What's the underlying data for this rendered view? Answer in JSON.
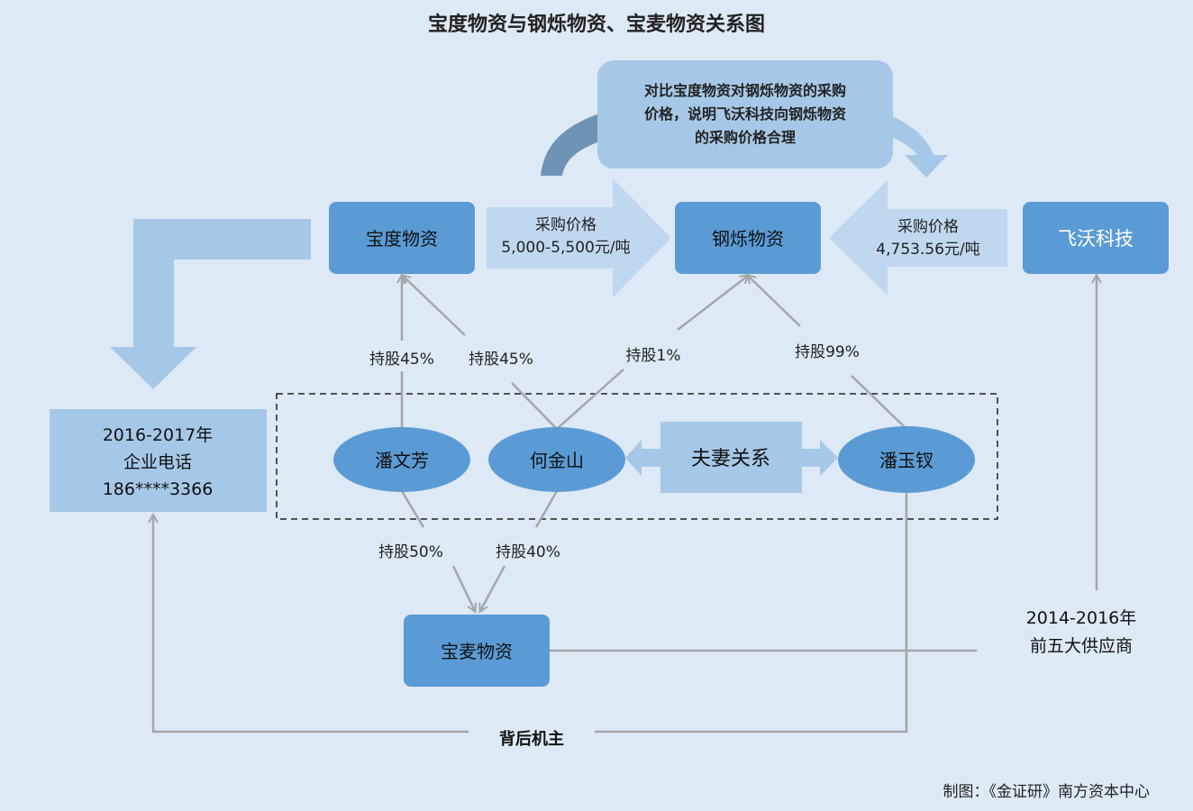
{
  "title": "宝度物资与钢烁物资、宝麦物资关系图",
  "note": {
    "line1": "对比宝度物资对钢烁物资的采购",
    "line2": "价格，说明飞沃科技向钢烁物资",
    "line3": "的采购价格合理"
  },
  "entities": {
    "baodu": "宝度物资",
    "gangshuo": "钢烁物资",
    "feiwo": "飞沃科技",
    "baomai": "宝麦物资"
  },
  "people": {
    "panwenfang": "潘文芳",
    "hejinshan": "何金山",
    "panyuqiu": "潘玉钗"
  },
  "relation_spouse": "夫妻关系",
  "prices": {
    "baodu_label": "采购价格",
    "baodu_value": "5,000-5,500元/吨",
    "feiwo_label": "采购价格",
    "feiwo_value": "4,753.56元/吨"
  },
  "holdings": {
    "pwf_baodu": "持股45%",
    "hjs_baodu": "持股45%",
    "hjs_gangshuo": "持股1%",
    "pyq_gangshuo": "持股99%",
    "pwf_baomai": "持股50%",
    "hjs_baomai": "持股40%"
  },
  "phone": {
    "line1": "2016-2017年",
    "line2": "企业电话",
    "line3": "186****3366"
  },
  "supplier": {
    "line1": "2014-2016年",
    "line2": "前五大供应商"
  },
  "behind": "背后机主",
  "credit": "制图：《金证研》南方资本中心",
  "colors": {
    "background": "#dde9f5",
    "box": "#5b9bd5",
    "light_arrow": "#a6c8e8",
    "pale_arrow": "#c0d8ef",
    "line": "#a6a6a6"
  }
}
